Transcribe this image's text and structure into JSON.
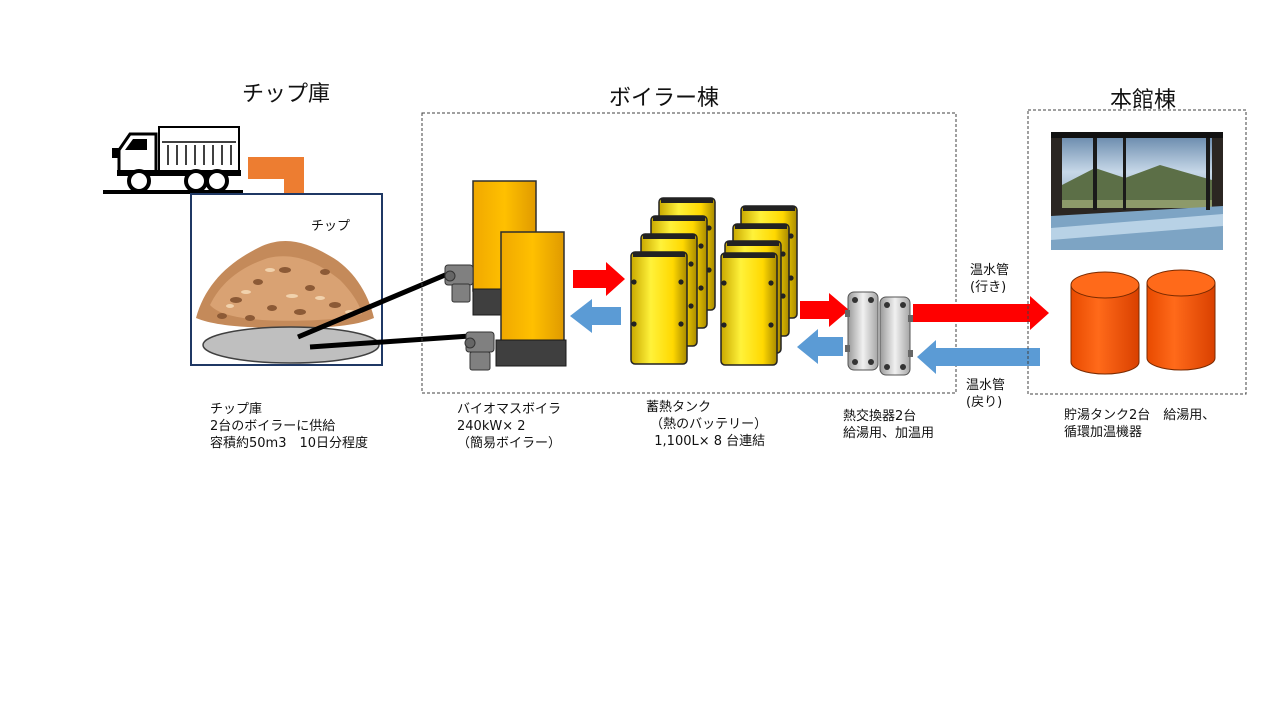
{
  "sections": {
    "chip_store": "チップ庫",
    "boiler_building": "ボイラー棟",
    "main_building": "本館棟"
  },
  "labels": {
    "chip": "チップ",
    "hot_water_out": "温水管\n(行き)",
    "hot_water_return": "温水管\n(戻り)"
  },
  "captions": {
    "chip_store": "チップ庫\n2台のボイラーに供給\n容積約50m3　10日分程度",
    "boiler": "バイオマスボイラ\n240kW× 2\n（簡易ボイラー）",
    "tank": "蓄熱タンク\n （熱のバッテリー）\n  1,100L× 8 台連結",
    "exchanger": "熱交換器2台\n給湯用、加温用",
    "storage": "貯湯タンク2台　給湯用、\n循環加温機器"
  },
  "colors": {
    "hot_arrow": "#ff0000",
    "cold_arrow": "#5b9bd5",
    "feed_arrow": "#ed7d31",
    "boiler_yellow": "#ffc000",
    "tank_yellow": "#ffe600",
    "storage_orange": "#ff5a0a",
    "frame": "#1f3864"
  },
  "icons": [
    "truck-icon",
    "wood-chip-pile-image",
    "biomass-boiler-icon",
    "heat-storage-tank-icon",
    "plate-heat-exchanger-icon",
    "hot-water-storage-tank-icon",
    "onsen-bath-photo"
  ]
}
